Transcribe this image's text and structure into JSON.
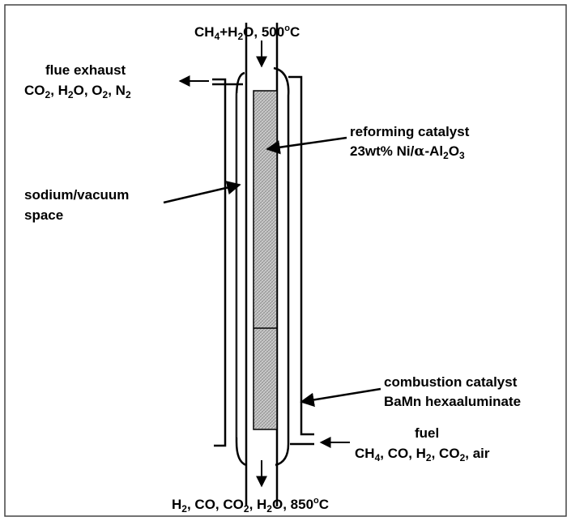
{
  "labels": {
    "inlet": [
      "CH",
      "4",
      "+H",
      "2",
      "O, 500",
      "o",
      "C"
    ],
    "flue_title": "flue exhaust",
    "flue_species": [
      "CO",
      "2",
      ", H",
      "2",
      "O, O",
      "2",
      ", N",
      "2"
    ],
    "reforming_title": "reforming catalyst",
    "reforming_formula": [
      "23wt% Ni/",
      "α",
      "-Al",
      "2",
      "O",
      "3"
    ],
    "sodium_line1": "sodium/vacuum",
    "sodium_line2": "space",
    "combustion_title": "combustion catalyst",
    "combustion_formula": "BaMn hexaaluminate",
    "fuel_title": "fuel",
    "fuel_species": [
      "CH",
      "4",
      ", CO, H",
      "2",
      ", CO",
      "2",
      ", air"
    ],
    "outlet": [
      "H",
      "2",
      ", CO, CO",
      "2",
      ", H",
      "2",
      "O, 850",
      "o",
      "C"
    ]
  },
  "colors": {
    "line": "#000000",
    "catalyst_fill": "#c8c8c8",
    "background": "#ffffff",
    "frame_border": "#444444"
  }
}
